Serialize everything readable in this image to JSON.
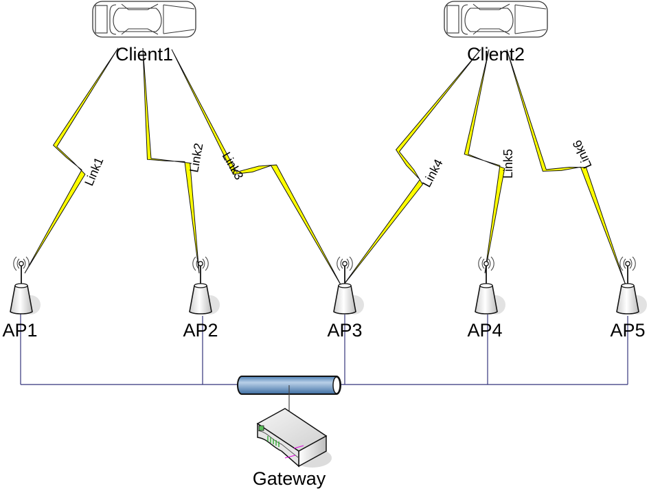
{
  "diagram": {
    "clients": [
      {
        "id": "client1",
        "label": "Client1"
      },
      {
        "id": "client2",
        "label": "Client2"
      }
    ],
    "access_points": [
      {
        "id": "ap1",
        "label": "AP1"
      },
      {
        "id": "ap2",
        "label": "AP2"
      },
      {
        "id": "ap3",
        "label": "AP3"
      },
      {
        "id": "ap4",
        "label": "AP4"
      },
      {
        "id": "ap5",
        "label": "AP5"
      }
    ],
    "links": [
      {
        "id": "link1",
        "label": "Link1",
        "from": "client1",
        "to": "ap1"
      },
      {
        "id": "link2",
        "label": "Link2",
        "from": "client1",
        "to": "ap2"
      },
      {
        "id": "link3",
        "label": "Link3",
        "from": "client1",
        "to": "ap3"
      },
      {
        "id": "link4",
        "label": "Link4",
        "from": "client2",
        "to": "ap3"
      },
      {
        "id": "link5",
        "label": "Link5",
        "from": "client2",
        "to": "ap4"
      },
      {
        "id": "link6",
        "label": "Link6",
        "from": "client2",
        "to": "ap5"
      }
    ],
    "gateway": {
      "label": "Gateway"
    },
    "colors": {
      "link_fill": "#ffff00",
      "bus_line": "#33337a",
      "pipe_fill": "#7ea6d0"
    }
  }
}
